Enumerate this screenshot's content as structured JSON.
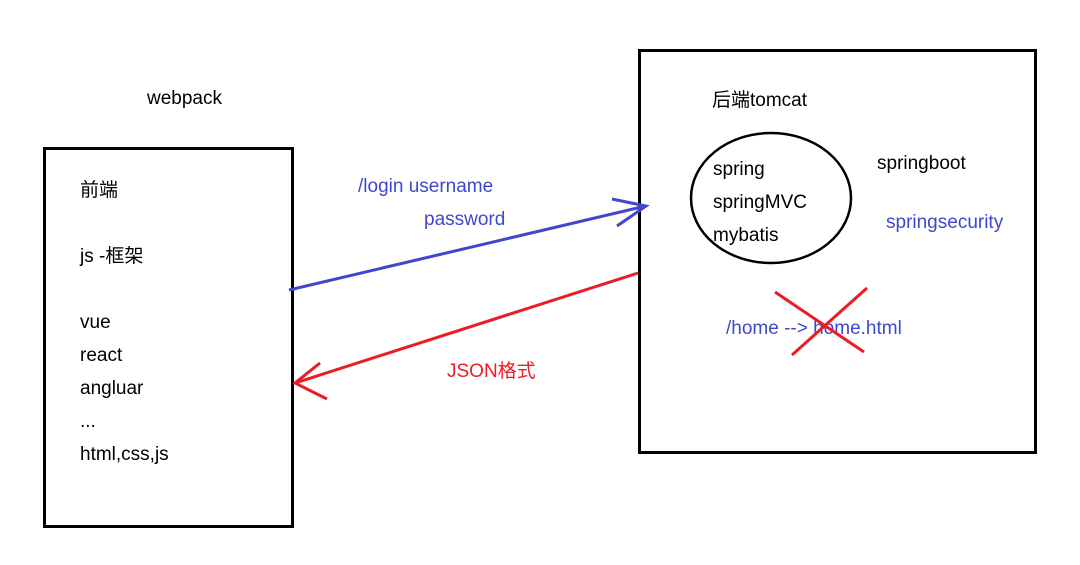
{
  "labels": {
    "webpack": "webpack",
    "frontend": {
      "title": "前端",
      "framework": "js -框架",
      "items": [
        "vue",
        "react",
        "angluar",
        "...",
        "html,css,js"
      ]
    },
    "backend": {
      "title": "后端tomcat",
      "circle_items": [
        "spring",
        "springMVC",
        "mybatis"
      ],
      "springboot": "springboot",
      "springsecurity": "springsecurity",
      "home_mapping": "/home --> home.html"
    },
    "request": {
      "line1": "/login  username",
      "line2": "password"
    },
    "response": "JSON格式"
  },
  "colors": {
    "request_arrow": "#3f48cc",
    "response_arrow": "#ed1c24",
    "outline": "#000000"
  }
}
